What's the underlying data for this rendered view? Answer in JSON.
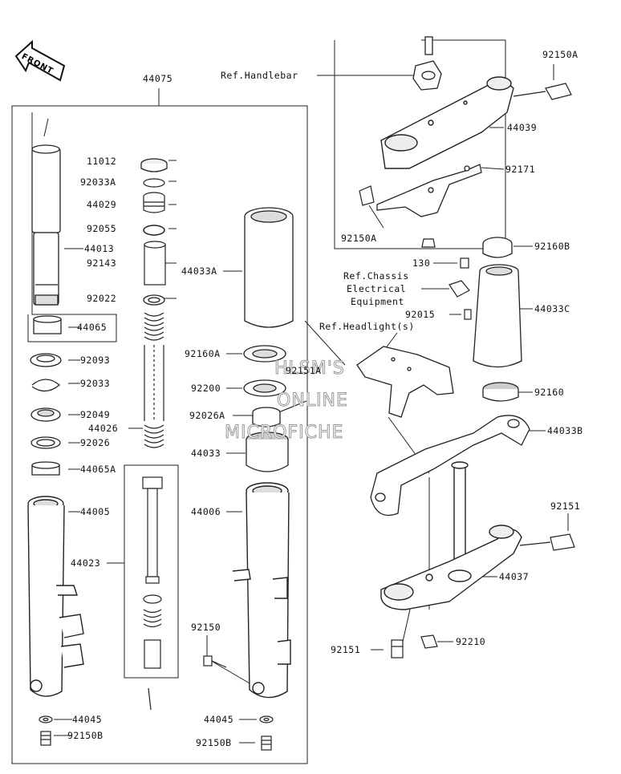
{
  "front_label": "FRONT",
  "watermark": [
    "HLSM'S",
    "ONLINE",
    "MICROFICHE"
  ],
  "parts": {
    "p44075": "44075",
    "p11012": "11012",
    "p92033A": "92033A",
    "p44029": "44029",
    "p92055": "92055",
    "p44013": "44013",
    "p92143": "92143",
    "p92022": "92022",
    "p44065": "44065",
    "p92093": "92093",
    "p92033": "92033",
    "p92049": "92049",
    "p44026": "44026",
    "p92026": "92026",
    "p44065A": "44065A",
    "p44005": "44005",
    "p44023": "44023",
    "p44045L": "44045",
    "p92150BL": "92150B",
    "p44033A": "44033A",
    "p92160A": "92160A",
    "p92151A": "92151A",
    "p92200": "92200",
    "p92026A": "92026A",
    "p44033": "44033",
    "p44006": "44006",
    "p92150": "92150",
    "p44045R": "44045",
    "p92150BR": "92150B",
    "p92150A_top": "92150A",
    "p44039": "44039",
    "p92171": "92171",
    "p92150A_bot": "92150A",
    "p130": "130",
    "p92160B": "92160B",
    "p92015": "92015",
    "p44033C": "44033C",
    "p92160": "92160",
    "p44033B": "44033B",
    "p92151R": "92151",
    "p44037": "44037",
    "p92151B": "92151",
    "p92210": "92210"
  },
  "refs": {
    "handlebar": "Ref.Handlebar",
    "chassis_1": "Ref.Chassis",
    "chassis_2": "Electrical",
    "chassis_3": "Equipment",
    "headlight": "Ref.Headlight(s)"
  }
}
